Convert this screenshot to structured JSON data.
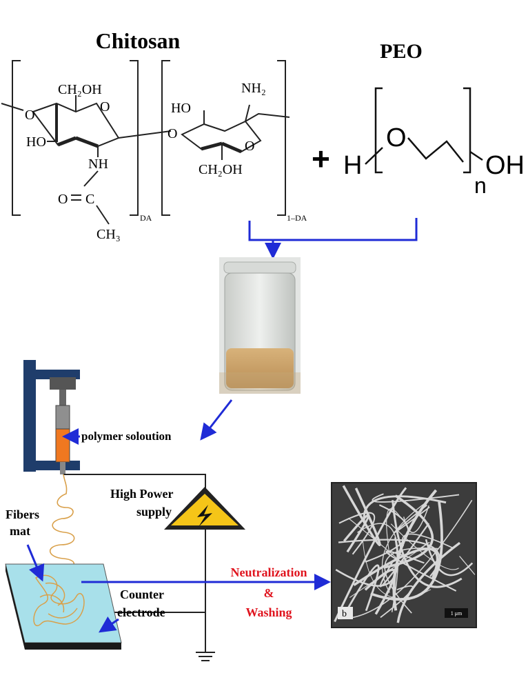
{
  "titles": {
    "chitosan": "Chitosan",
    "peo": "PEO"
  },
  "chitosan_structure": {
    "ch2oh_top": "CH₂OH",
    "o_left": "O",
    "o_ring1": "O",
    "ho_left": "HO",
    "nh": "NH",
    "o_carbonyl": "O",
    "c_carbonyl": "C",
    "ch3": "CH₃",
    "subscript_da": "DA",
    "ho_right": "HO",
    "nh2": "NH₂",
    "o_link": "O",
    "o_ring2": "O",
    "ch2oh_bottom": "CH₂OH",
    "subscript_1_da": "1–DA"
  },
  "peo_structure": {
    "plus": "+",
    "h": "H",
    "o": "O",
    "n": "n",
    "oh": "OH"
  },
  "labels": {
    "polymer_solution": "polymer soloution",
    "high_power": "High Power",
    "supply": "supply",
    "fibers": "Fibers",
    "mat": "mat",
    "counter": "Counter",
    "electrode": "electrode",
    "neutralization": "Neutralization",
    "ampersand": "&",
    "washing": "Washing",
    "sem_panel_letter": "b",
    "sem_scale": "1 μm"
  },
  "colors": {
    "arrow_blue": "#1f2bd6",
    "red_text": "#e0141e",
    "syringe_frame": "#1f3d6b",
    "solution_orange": "#f07820",
    "warning_yellow": "#f5c518",
    "collector_plate": "#a8e0ea",
    "fiber_orange": "#d9a04a"
  }
}
